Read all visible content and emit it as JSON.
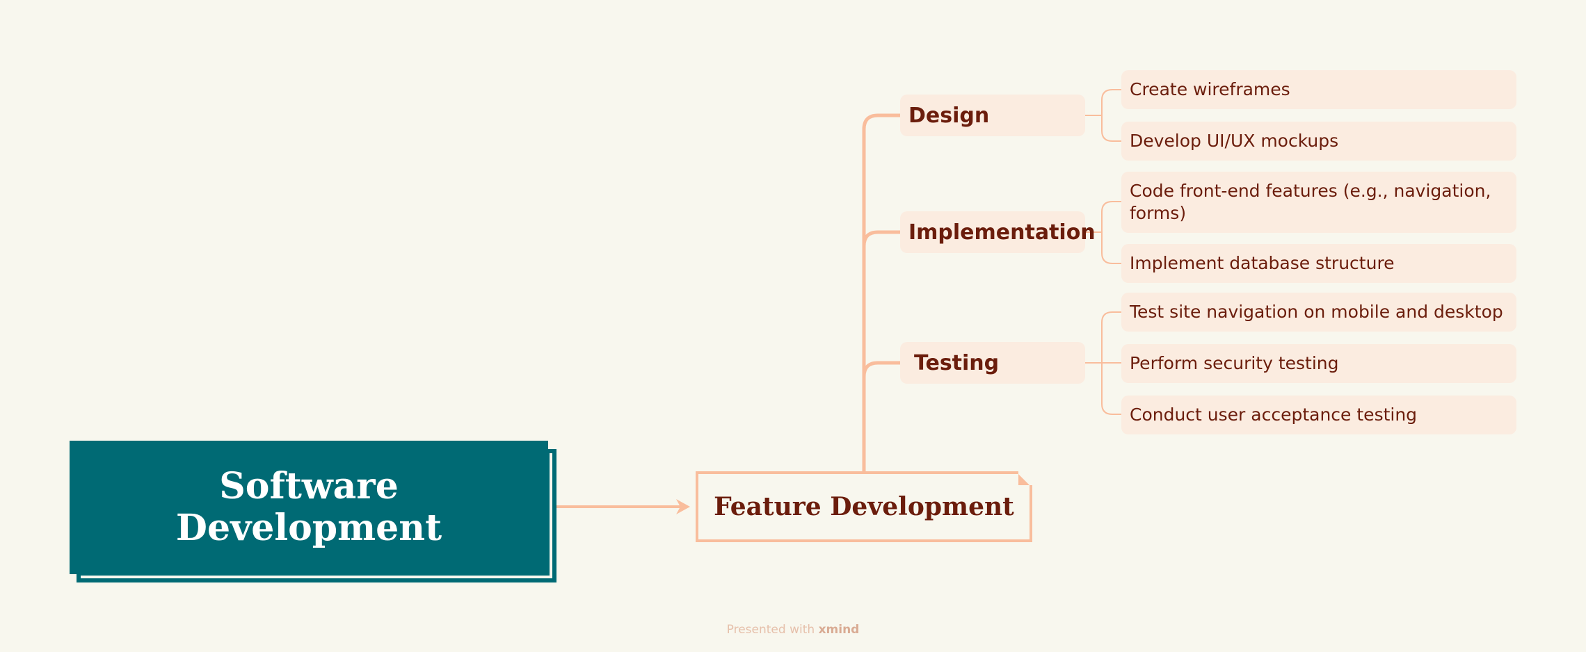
{
  "root": {
    "title": "Software Development"
  },
  "feature": {
    "title": "Feature Development"
  },
  "groups": [
    {
      "label": "Design",
      "items": [
        "Create wireframes",
        "Develop UI/UX mockups"
      ]
    },
    {
      "label": "Implementation",
      "items": [
        "Code front-end features (e.g., navigation, forms)",
        "Implement database structure"
      ]
    },
    {
      "label": "Testing",
      "items": [
        "Test site navigation on mobile and desktop",
        "Perform security testing",
        "Conduct user acceptance testing"
      ]
    }
  ],
  "footer": {
    "prefix": "Presented with",
    "brand": "xmind"
  },
  "colors": {
    "background": "#f8f7ee",
    "root": "#006a74",
    "connector": "#f9bd9c",
    "node_fill": "#fbece0",
    "text": "#6b1d0c"
  }
}
